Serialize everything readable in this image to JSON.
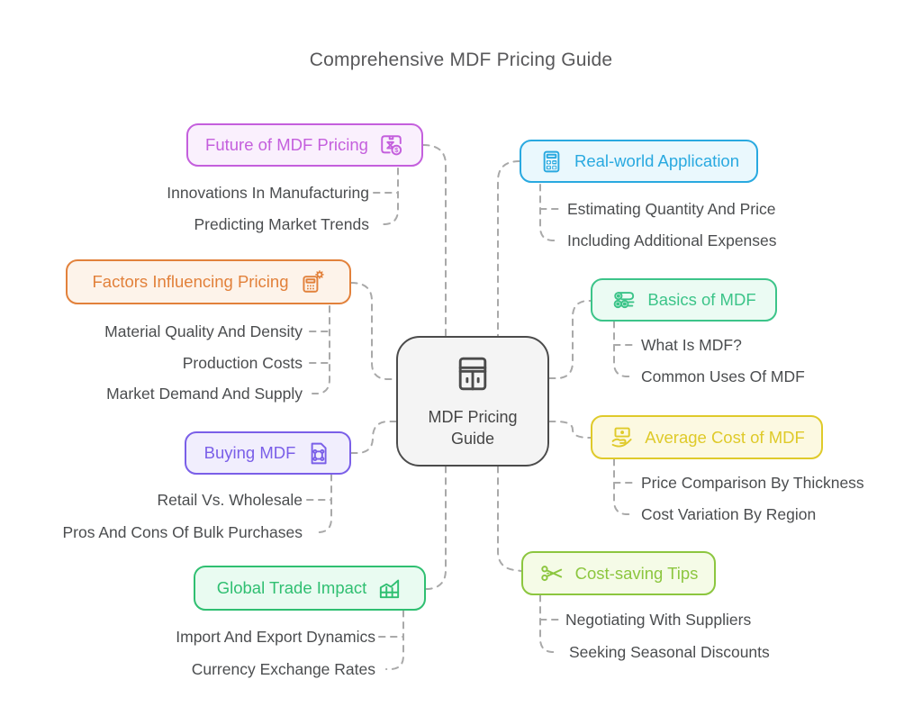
{
  "title": "Comprehensive MDF Pricing Guide",
  "center": {
    "label": "MDF Pricing Guide",
    "icon": "cabinet-icon",
    "color": "#4b4b4b",
    "bg": "#f4f4f4"
  },
  "connector_color": "#a9a9a9",
  "subtopic_text_color": "#4b4d4f",
  "branches": [
    {
      "label": "Future of MDF Pricing",
      "icon": "future-pricing-icon",
      "side": "left",
      "color": "#c45fdd",
      "bg": "#faf0fd",
      "children": [
        "Innovations In Manufacturing",
        "Predicting Market Trends"
      ]
    },
    {
      "label": "Real-world Application",
      "icon": "calculator-icon",
      "side": "right",
      "color": "#29a9e0",
      "bg": "#eaf8fd",
      "children": [
        "Estimating Quantity And Price",
        "Including Additional Expenses"
      ]
    },
    {
      "label": "Factors Influencing Pricing",
      "icon": "calculator-gear-icon",
      "side": "left",
      "color": "#e2813b",
      "bg": "#fdf3ea",
      "children": [
        "Material Quality And Density",
        "Production Costs",
        "Market Demand And Supply"
      ]
    },
    {
      "label": "Basics of MDF",
      "icon": "wood-logs-icon",
      "side": "right",
      "color": "#3cc489",
      "bg": "#ebfbf3",
      "children": [
        "What Is MDF?",
        "Common Uses Of MDF"
      ]
    },
    {
      "label": "Buying MDF",
      "icon": "panel-sheet-icon",
      "side": "left",
      "color": "#7a5fe8",
      "bg": "#f1eefd",
      "children": [
        "Retail Vs. Wholesale",
        "Pros And Cons Of Bulk Purchases"
      ]
    },
    {
      "label": "Average Cost of MDF",
      "icon": "money-hand-icon",
      "side": "right",
      "color": "#dfca2a",
      "bg": "#fcf9e1",
      "children": [
        "Price Comparison By Thickness",
        "Cost Variation By Region"
      ]
    },
    {
      "label": "Global Trade Impact",
      "icon": "trade-table-icon",
      "side": "left",
      "color": "#2fbf71",
      "bg": "#e9fbf1",
      "children": [
        "Import And Export Dynamics",
        "Currency Exchange Rates"
      ]
    },
    {
      "label": "Cost-saving Tips",
      "icon": "scissors-icon",
      "side": "right",
      "color": "#8cc63f",
      "bg": "#f5fbe7",
      "children": [
        "Negotiating With Suppliers",
        "Seeking Seasonal Discounts"
      ]
    }
  ]
}
